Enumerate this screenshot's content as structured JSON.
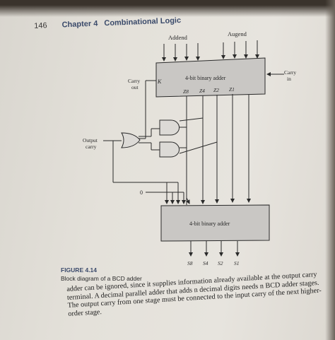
{
  "header": {
    "page_number": "146",
    "chapter": "Chapter 4",
    "chapter_title": "Combinational Logic"
  },
  "diagram": {
    "addend_label": "Addend",
    "augend_label": "Augend",
    "top_adder_label": "4-bit binary adder",
    "k_label": "K",
    "z_labels": [
      "Z8",
      "Z4",
      "Z2",
      "Z1"
    ],
    "carry_out_label": [
      "Carry",
      "out"
    ],
    "carry_in_label": [
      "Carry",
      "in"
    ],
    "output_carry_label": [
      "Output",
      "carry"
    ],
    "zero_label": "0",
    "bottom_adder_label": "4-bit binary adder",
    "s_labels": [
      "S8",
      "S4",
      "S2",
      "S1"
    ]
  },
  "caption": {
    "figure": "FIGURE 4.14",
    "text": "Block diagram of a BCD adder"
  },
  "body_text": [
    "adder can be ignored, since it supplies information already available at the output carry",
    "terminal. A decimal parallel adder that adds n decimal digits needs n BCD adder stages.",
    "The output carry from one stage must be connected to the input carry of the next higher-",
    "order stage."
  ]
}
